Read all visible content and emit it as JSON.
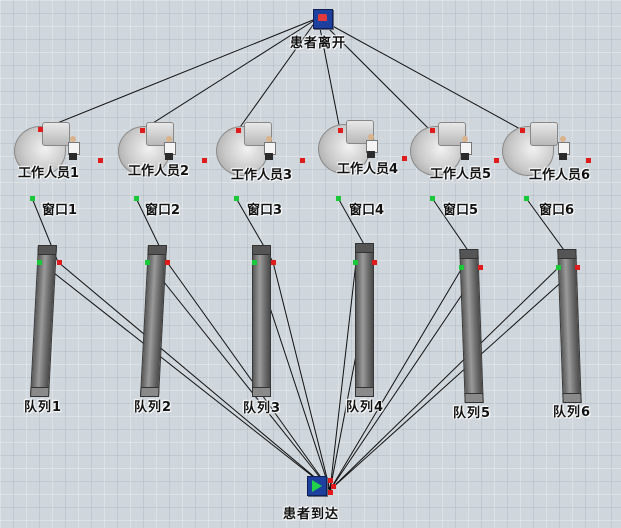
{
  "sink": {
    "label": "患者离开"
  },
  "source": {
    "label": "患者到达"
  },
  "staff": [
    {
      "label": "工作人员1"
    },
    {
      "label": "工作人员2"
    },
    {
      "label": "工作人员3"
    },
    {
      "label": "工作人员4"
    },
    {
      "label": "工作人员5"
    },
    {
      "label": "工作人员6"
    }
  ],
  "windows": [
    {
      "label": "窗口1"
    },
    {
      "label": "窗口2"
    },
    {
      "label": "窗口3"
    },
    {
      "label": "窗口4"
    },
    {
      "label": "窗口5"
    },
    {
      "label": "窗口6"
    }
  ],
  "queues": [
    {
      "label": "队列1"
    },
    {
      "label": "队列2"
    },
    {
      "label": "队列3"
    },
    {
      "label": "队列4"
    },
    {
      "label": "队列5"
    },
    {
      "label": "队列6"
    }
  ],
  "colors": {
    "background": "#cfd6dc",
    "connector": "#111111",
    "port_out": "#e01b1b",
    "port_in": "#19c93a",
    "box_blue": "#1d3f9e"
  }
}
